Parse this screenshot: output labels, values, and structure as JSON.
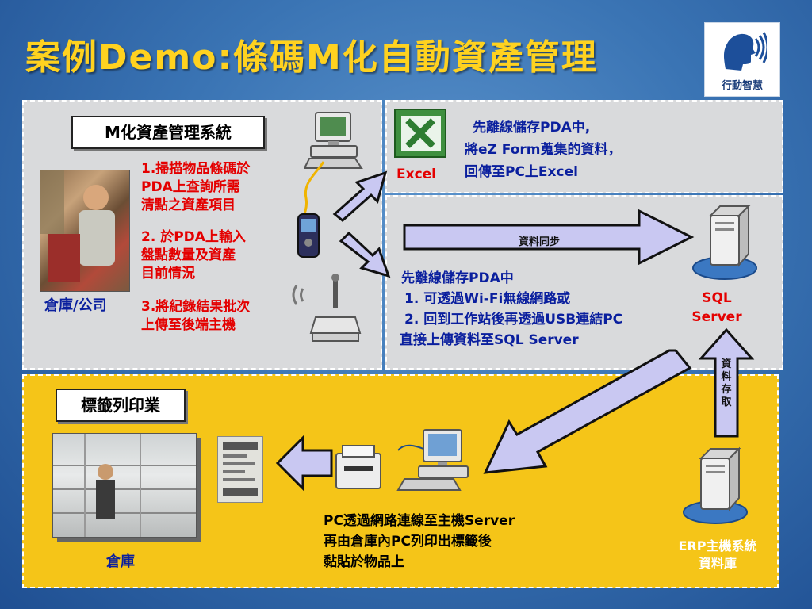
{
  "title": "案例Demo:條碼M化自動資產管理",
  "logo": {
    "text": "行動智慧"
  },
  "m_panel": {
    "label": "M化資產管理系統",
    "steps": [
      "1.掃描物品條碼於",
      "PDA上查詢所需",
      "清點之資產項目",
      "2. 於PDA上輸入",
      "盤點數量及資產",
      "目前情況",
      "3.將紀錄結果批次",
      "上傳至後端主機"
    ],
    "location": "倉庫/公司"
  },
  "excel_panel": {
    "icon_label": "Excel",
    "lines": [
      "先離線儲存PDA中,",
      "將eZ Form蒐集的資料，",
      "回傳至PC上Excel"
    ]
  },
  "sql_panel": {
    "arrow_label": "資料同步",
    "lines": [
      "先離線儲存PDA中",
      "1. 可透過Wi-Fi無線網路或",
      "2. 回到工作站後再透過USB連結PC",
      "直接上傳資料至SQL Server"
    ],
    "server_label": [
      "SQL",
      "Server"
    ]
  },
  "label_panel": {
    "label": "標籤列印業",
    "location": "倉庫",
    "lines": [
      "PC透過網路連線至主機Server",
      "再由倉庫內PC列印出標籤後",
      "黏貼於物品上"
    ]
  },
  "vertical_arrow_label": "資料存取",
  "erp": {
    "lines": [
      "ERP主機系統",
      "資料庫"
    ]
  },
  "colors": {
    "title": "#ffd21f",
    "red_text": "#e40000",
    "blue_text": "#0a1f9e",
    "arrow_fill": "#c9c8f2",
    "yellow_panel": "#f5c518",
    "gray_panel": "#d9dadc"
  }
}
